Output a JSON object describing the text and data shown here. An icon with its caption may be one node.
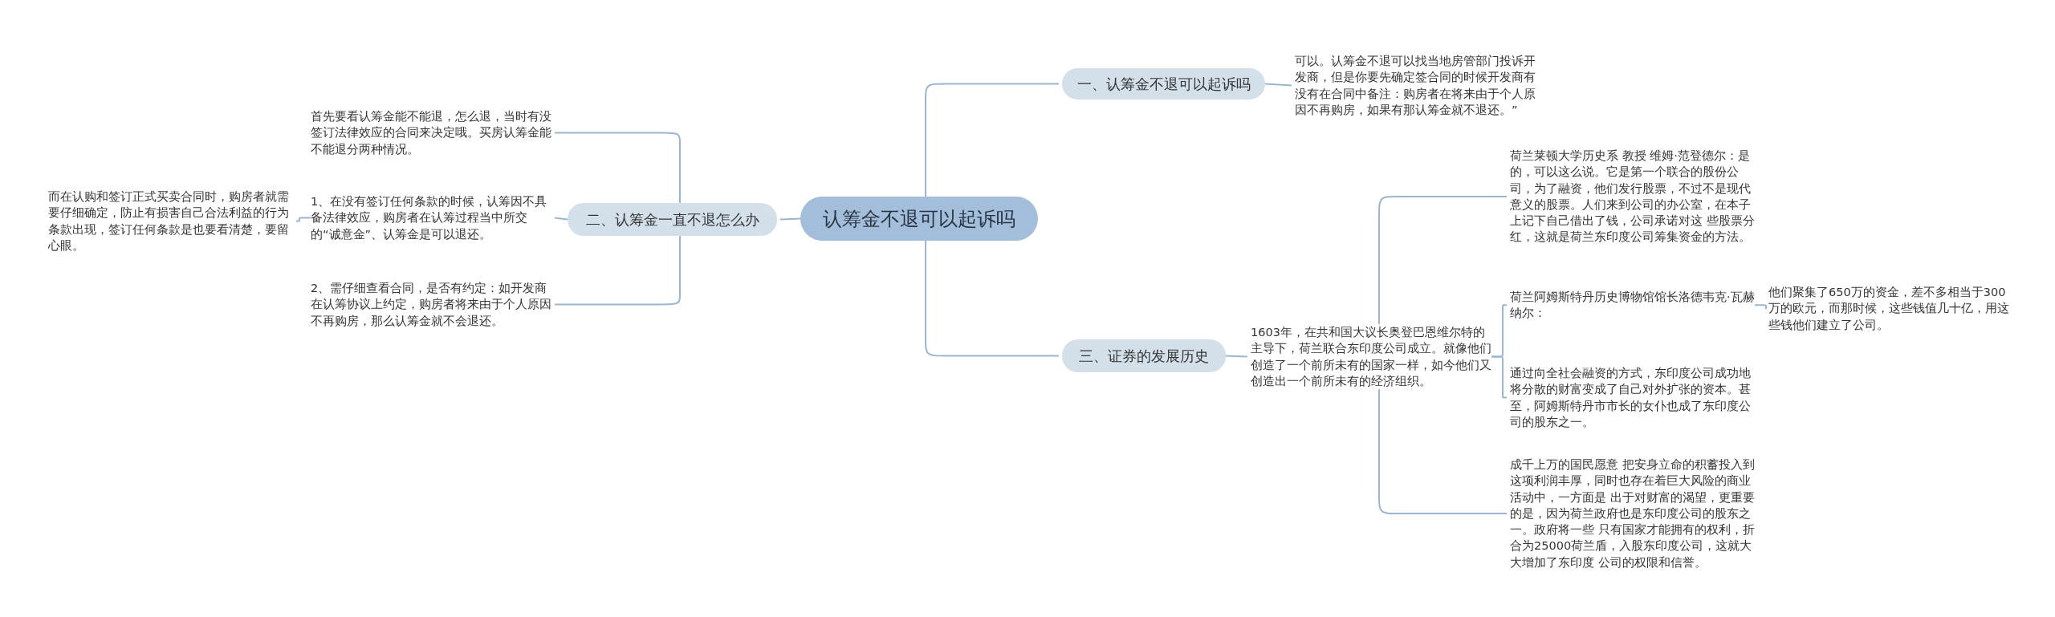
{
  "diagram": {
    "nodes": [
      {
        "text": [
          "认筹金不退可以起诉吗"
        ]
      },
      {
        "text": [
          "一、认筹金不退可以起诉吗"
        ]
      },
      {
        "text": [
          "可以。认筹金不退可以找当地房管部门投诉开发商，但是你要先确定签合同的时候开发商有没有在合同中备注：购房者在将来由于个人原因不再购房，如果有那认筹金就不退还。”"
        ]
      },
      {
        "text": [
          "二、认筹金一直不退怎么办"
        ]
      },
      {
        "text": [
          "首先要看认筹金能不能退，怎么退，当时有没签订法律效应的合同来决定哦。买房认筹金能不能退分两种情况。"
        ]
      },
      {
        "text": [
          "1、在没有签订任何条款的时候，认筹因不具备法律效应，购房者在认筹过程当中所交的“诚意金”、认筹金是可以退还。"
        ]
      },
      {
        "text": [
          "而在认购和签订正式买卖合同时，购房者就需要仔细确定，防止有损害自己合法利益的行为条款出现，签订任何条款是也要看清楚，要留心眼。"
        ]
      },
      {
        "text": [
          "2、需仔细查看合同，是否有约定：如开发商在认筹协议上约定，购房者将来由于个人原因不再购房，那么认筹金就不会退还。"
        ]
      },
      {
        "text": [
          "三、证券的发展历史"
        ]
      },
      {
        "text": [
          "1603年，在共和国大议长奥登巴恩维尔特的主导下，荷兰联合东印度公司成立。就像他们创造了一个前所未有的国家一样，如今他们又创造出一个前所未有的经济组织。"
        ]
      },
      {
        "text": [
          "荷兰莱顿大学历史系 教授 维姆·范登德尔：是的，可以这么说。它是第一个联合的股份公司，为了融资，他们发行股票，不过不是现代意义的股票。人们来到公司的办公室，在本子上记下自己借出了钱，公司承诺对这 些股票分红，这就是荷兰东印度公司筹集资金的方法。"
        ]
      },
      {
        "text": [
          "荷兰阿姆斯特丹历史博物馆馆长洛德韦克·瓦赫纳尔："
        ]
      },
      {
        "text": [
          "他们聚集了650万的资金，差不多相当于300万的欧元，而那时候，这些钱值几十亿，用这些钱他们建立了公司。"
        ]
      },
      {
        "text": [
          "通过向全社会融资的方式，东印度公司成功地将分散的财富变成了自己对外扩张的资本。甚至，阿姆斯特丹市市长的女仆也成了东印度公司的股东之一。"
        ]
      },
      {
        "text": [
          "成千上万的国民愿意 把安身立命的积蓄投入到这项利润丰厚，同时也存在着巨大风险的商业活动中，一方面是 出于对财富的渴望，更重要的是，因为荷兰政府也是东印度公司的股东之一。政府将一些 只有国家才能拥有的权利，折合为25000荷兰盾，入股东印度公司，这就大大增加了东印度 公司的权限和信誉。"
        ]
      }
    ],
    "edges": [
      {
        "from": 0,
        "to": 1,
        "arrow": "none"
      },
      {
        "from": 1,
        "to": 2,
        "arrow": "none"
      },
      {
        "from": 0,
        "to": 3,
        "arrow": "none"
      },
      {
        "from": 3,
        "to": 4,
        "arrow": "none"
      },
      {
        "from": 3,
        "to": 5,
        "arrow": "none"
      },
      {
        "from": 3,
        "to": 7,
        "arrow": "none"
      },
      {
        "from": 5,
        "to": 6,
        "arrow": "none"
      },
      {
        "from": 0,
        "to": 8,
        "arrow": "none"
      },
      {
        "from": 8,
        "to": 9,
        "arrow": "none"
      },
      {
        "from": 9,
        "to": 10,
        "arrow": "none"
      },
      {
        "from": 9,
        "to": 11,
        "arrow": "none"
      },
      {
        "from": 9,
        "to": 13,
        "arrow": "none"
      },
      {
        "from": 9,
        "to": 14,
        "arrow": "none"
      },
      {
        "from": 11,
        "to": 12,
        "arrow": "none"
      }
    ]
  }
}
